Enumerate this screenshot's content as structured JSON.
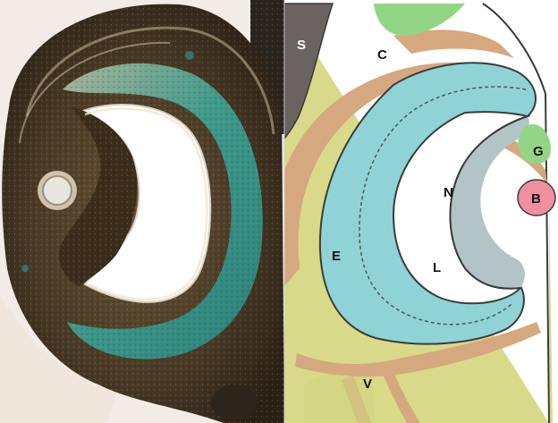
{
  "figure": {
    "labels": {
      "S": "S",
      "C": "C",
      "G": "G",
      "N": "N",
      "B": "B",
      "E": "E",
      "L": "L",
      "V": "V"
    },
    "colors": {
      "background": "#d9d98a",
      "brown_band": "#d6a87f",
      "epithelium": "#8fd3d6",
      "nucleus": "#b3c4c6",
      "lumen": "#ffffff",
      "gland_green": "#93d586",
      "blob_pink": "#ef8fa0",
      "skull_grey": "#6b6361",
      "outline": "#3b3b3b",
      "photo_bg": "#f3ece6",
      "photo_tissue": "#3a2c1c",
      "photo_stain": "#2f8f86"
    }
  }
}
